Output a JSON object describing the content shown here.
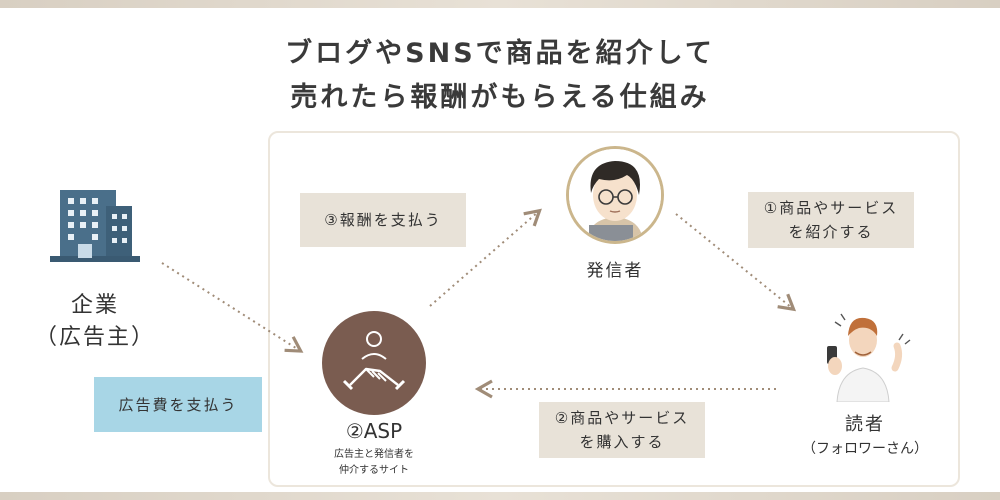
{
  "title": {
    "line1": "ブログやSNSで商品を紹介して",
    "line2": "売れたら報酬がもらえる仕組み"
  },
  "nodes": {
    "advertiser": {
      "line1": "企業",
      "line2": "（広告主）",
      "icon": "office-building-icon"
    },
    "publisher": {
      "label": "発信者",
      "icon": "publisher-avatar-icon"
    },
    "asp": {
      "label": "②ASP",
      "desc_line1": "広告主と発信者を",
      "desc_line2": "仲介するサイト",
      "icon": "handshake-icon"
    },
    "reader": {
      "label": "読者",
      "sub": "（フォロワーさん）",
      "icon": "reader-person-icon"
    }
  },
  "steps": {
    "pay_reward": "③報酬を支払う",
    "introduce_line1": "①商品やサービス",
    "introduce_line2": "を紹介する",
    "purchase_line1": "②商品やサービス",
    "purchase_line2": "を購入する",
    "pay_ad_fee": "広告費を支払う"
  },
  "colors": {
    "label_box": "#e8e2d8",
    "ad_fee_box": "#a8d6e6",
    "asp_circle": "#7a5c50",
    "building": "#4a6f8a",
    "arrow": "#a08c78",
    "frame": "#ece6dc"
  }
}
